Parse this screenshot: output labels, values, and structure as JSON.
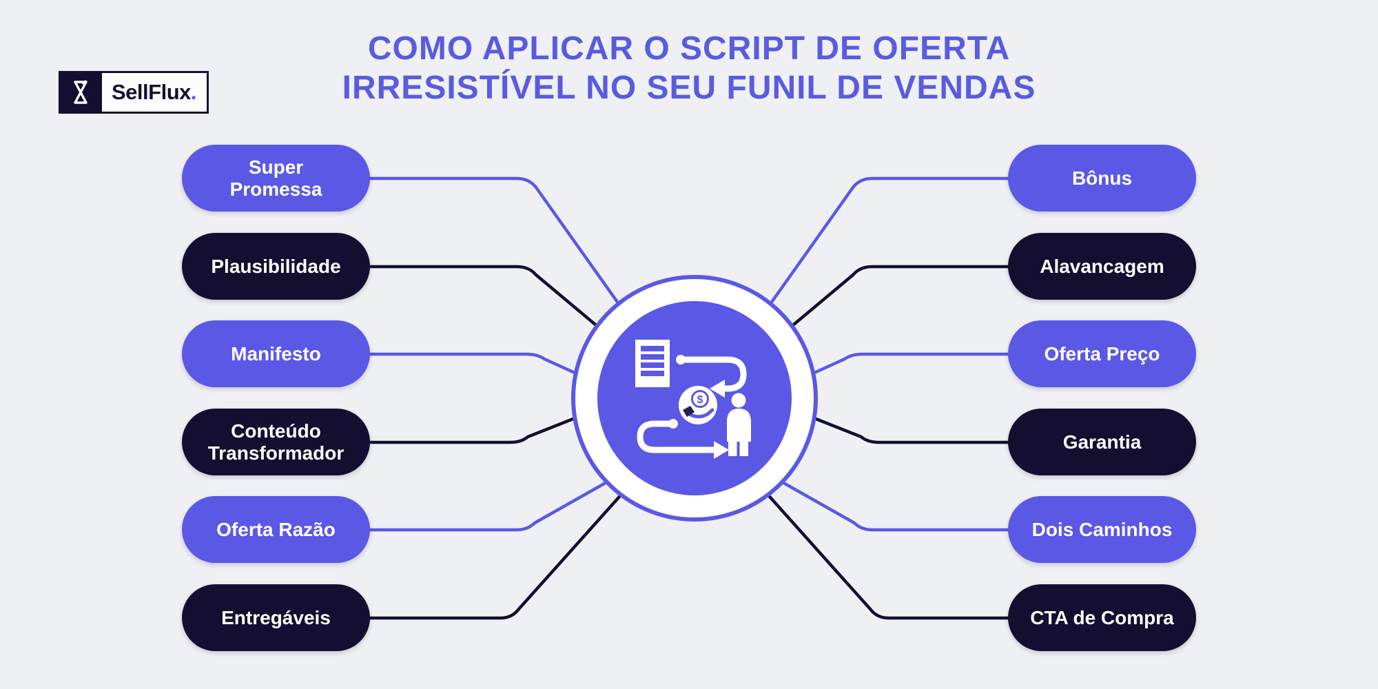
{
  "logo": {
    "brand": "SellFlux",
    "dot": ".",
    "icon": "hourglass-icon"
  },
  "title": {
    "line1": "COMO APLICAR O SCRIPT DE OFERTA",
    "line2": "IRRESISTÍVEL NO SEU FUNIL DE VENDAS"
  },
  "colors": {
    "accent_purple": "#5b58e6",
    "dark_navy": "#140f30",
    "background": "#eff0f4",
    "node_text": "#ffffff"
  },
  "diagram": {
    "center_icon": "script-money-person-flow-icon",
    "dollar_sign": "$",
    "left_nodes": [
      {
        "label": "Super Promessa",
        "variant": "purple"
      },
      {
        "label": "Plausibilidade",
        "variant": "dark"
      },
      {
        "label": "Manifesto",
        "variant": "purple"
      },
      {
        "label": "Conteúdo Transformador",
        "variant": "dark"
      },
      {
        "label": "Oferta Razão",
        "variant": "purple"
      },
      {
        "label": "Entregáveis",
        "variant": "dark"
      }
    ],
    "right_nodes": [
      {
        "label": "Bônus",
        "variant": "purple"
      },
      {
        "label": "Alavancagem",
        "variant": "dark"
      },
      {
        "label": "Oferta Preço",
        "variant": "purple"
      },
      {
        "label": "Garantia",
        "variant": "dark"
      },
      {
        "label": "Dois Caminhos",
        "variant": "purple"
      },
      {
        "label": "CTA de Compra",
        "variant": "dark"
      }
    ]
  }
}
